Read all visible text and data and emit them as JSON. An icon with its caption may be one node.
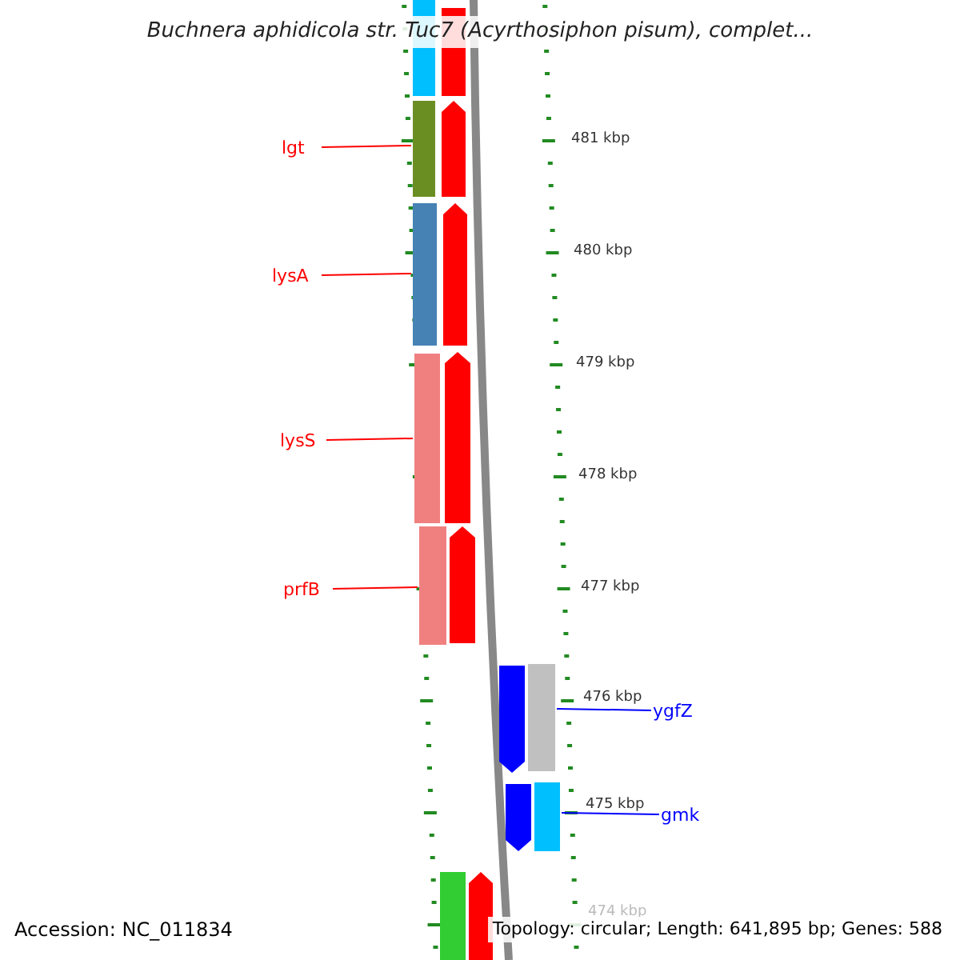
{
  "diagram": {
    "title": "Buchnera aphidicola str. Tuc7 (Acyrthosiphon pisum), complet...",
    "nodes": [
      {
        "text": [
          "lgt"
        ]
      },
      {
        "text": [
          "lysA"
        ]
      },
      {
        "text": [
          "lysS"
        ]
      },
      {
        "text": [
          "prfB"
        ]
      },
      {
        "text": [
          "ygfZ"
        ]
      },
      {
        "text": [
          "gmk"
        ]
      },
      {
        "text": [],
        "shape": "bar"
      },
      {
        "text": [],
        "shape": "bar"
      },
      {
        "text": [],
        "shape": "bar"
      },
      {
        "text": [],
        "shape": "bar"
      },
      {
        "text": [],
        "shape": "bar"
      },
      {
        "text": [],
        "shape": "bar"
      },
      {
        "text": [],
        "shape": "bar"
      },
      {
        "text": [],
        "shape": "bar"
      },
      {
        "text": [],
        "shape": "pentagon"
      },
      {
        "text": [],
        "shape": "pentagon"
      },
      {
        "text": [],
        "shape": "pentagon"
      },
      {
        "text": [],
        "shape": "pentagon"
      },
      {
        "text": [],
        "shape": "pentagon"
      },
      {
        "text": [],
        "shape": "pentagon"
      },
      {
        "text": [],
        "shape": "pentagon"
      },
      {
        "text": [],
        "shape": "pentagon"
      }
    ],
    "edges": [
      {
        "from": 0,
        "to": 6,
        "arrow": "none"
      },
      {
        "from": 1,
        "to": 7,
        "arrow": "none"
      },
      {
        "from": 2,
        "to": 8,
        "arrow": "none"
      },
      {
        "from": 3,
        "to": 9,
        "arrow": "none"
      },
      {
        "from": 4,
        "to": 10,
        "arrow": "none",
        "color": "#0000ff"
      },
      {
        "from": 5,
        "to": 11,
        "arrow": "none",
        "color": "#0000ff"
      }
    ],
    "labels": [
      "481 kbp",
      "480 kbp",
      "479 kbp",
      "478 kbp",
      "477 kbp",
      "476 kbp",
      "475 kbp",
      "474 kbp",
      "Accession: NC_011834",
      "Topology: circular; Length: 641,895 bp; Genes: 588"
    ]
  }
}
